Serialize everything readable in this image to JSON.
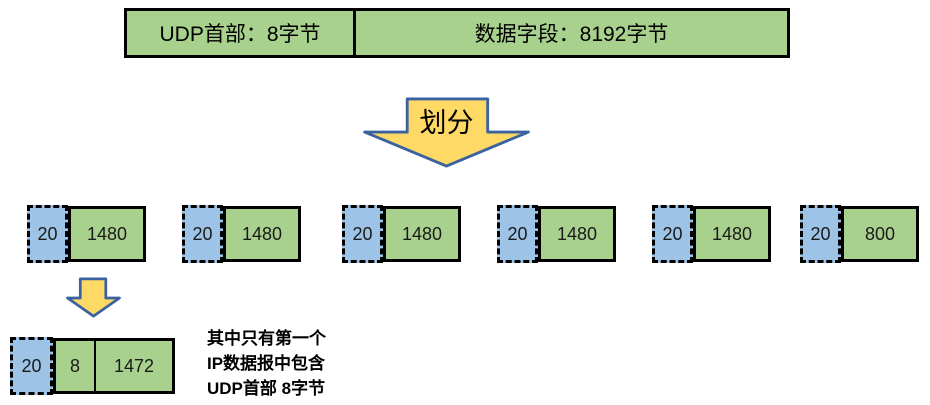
{
  "header": {
    "udp_label": "UDP首部：8字节",
    "data_label": "数据字段：8192字节"
  },
  "divide_arrow_label": "划分",
  "fragments": [
    {
      "ip_header": "20",
      "data": "1480"
    },
    {
      "ip_header": "20",
      "data": "1480"
    },
    {
      "ip_header": "20",
      "data": "1480"
    },
    {
      "ip_header": "20",
      "data": "1480"
    },
    {
      "ip_header": "20",
      "data": "1480"
    },
    {
      "ip_header": "20",
      "data": "800"
    }
  ],
  "first_fragment_detail": {
    "ip_header": "20",
    "udp_header": "8",
    "data": "1472"
  },
  "note_lines": [
    "其中只有第一个",
    "IP数据报中包含",
    "UDP首部 8字节"
  ],
  "colors": {
    "green": "#A9D18E",
    "blue": "#9DC3E6",
    "yellow": "#FFD966",
    "arrow_border": "#3A62A0"
  }
}
